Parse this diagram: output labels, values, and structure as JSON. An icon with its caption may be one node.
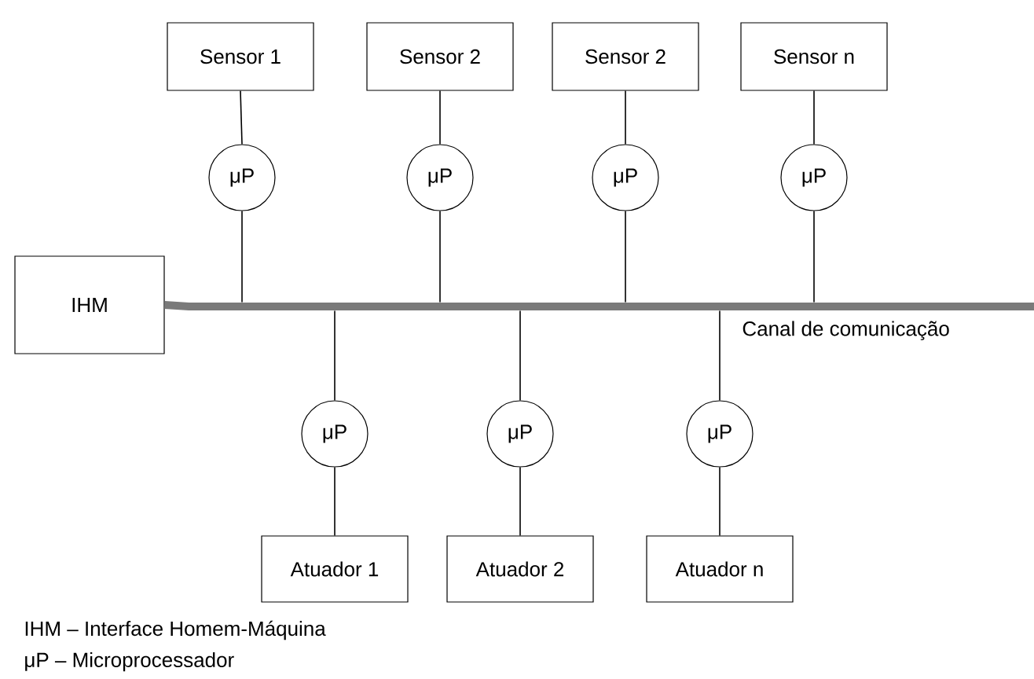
{
  "diagram": {
    "nodes": [
      {
        "text": [
          "Sensor 1"
        ]
      },
      {
        "text": [
          "Sensor 2"
        ]
      },
      {
        "text": [
          "Sensor 2"
        ]
      },
      {
        "text": [
          "Sensor n"
        ]
      },
      {
        "text": [
          "μP"
        ]
      },
      {
        "text": [
          "μP"
        ]
      },
      {
        "text": [
          "μP"
        ]
      },
      {
        "text": [
          "μP"
        ]
      },
      {
        "text": [
          "IHM"
        ]
      },
      {
        "text": [],
        "shape": "bar",
        "beside": [
          "Canal de comunicação"
        ]
      },
      {
        "text": [
          "μP"
        ]
      },
      {
        "text": [
          "μP"
        ]
      },
      {
        "text": [
          "μP"
        ]
      },
      {
        "text": [
          "Atuador 1"
        ]
      },
      {
        "text": [
          "Atuador 2"
        ]
      },
      {
        "text": [
          "Atuador n"
        ]
      }
    ],
    "edges": [
      {
        "from": 0,
        "to": 4,
        "arrow": "none"
      },
      {
        "from": 1,
        "to": 5,
        "arrow": "none"
      },
      {
        "from": 2,
        "to": 6,
        "arrow": "none"
      },
      {
        "from": 3,
        "to": 7,
        "arrow": "none"
      },
      {
        "from": 4,
        "to": 9,
        "arrow": "none"
      },
      {
        "from": 5,
        "to": 9,
        "arrow": "none"
      },
      {
        "from": 6,
        "to": 9,
        "arrow": "none"
      },
      {
        "from": 7,
        "to": 9,
        "arrow": "none"
      },
      {
        "from": 8,
        "to": 9,
        "arrow": "none",
        "style": "thick",
        "color": "#7a7a7a"
      },
      {
        "from": 9,
        "to": 10,
        "arrow": "none"
      },
      {
        "from": 9,
        "to": 11,
        "arrow": "none"
      },
      {
        "from": 9,
        "to": 12,
        "arrow": "none"
      },
      {
        "from": 10,
        "to": 13,
        "arrow": "none"
      },
      {
        "from": 11,
        "to": 14,
        "arrow": "none"
      },
      {
        "from": 12,
        "to": 15,
        "arrow": "none"
      }
    ],
    "labels": [
      "IHM – Interface Homem-Máquina",
      "μP – Microprocessador"
    ]
  }
}
